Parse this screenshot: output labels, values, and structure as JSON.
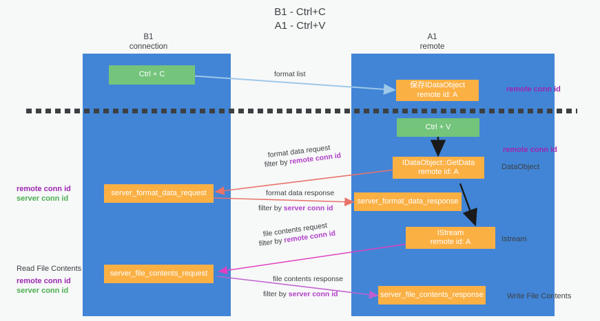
{
  "title": {
    "line1": "B1 - Ctrl+C",
    "line2": "A1 - Ctrl+V"
  },
  "lanes": [
    {
      "name": "B1",
      "sub": "connection"
    },
    {
      "name": "A1",
      "sub": "remote"
    }
  ],
  "nodes": {
    "ctrl_c": "Ctrl + C",
    "save_dataobject": {
      "l1": "保存IDataObject",
      "l2": "remote id: A"
    },
    "ctrl_v": "Ctrl + V",
    "getdata": {
      "l1": "IDataObject::GetData",
      "l2": "remote id: A"
    },
    "istream": {
      "l1": "IStream",
      "l2": "remote id: A"
    },
    "server_format_data_request": "server_format_data_request",
    "server_format_data_response": "server_format_data_response",
    "server_file_contents_request": "server_file_contents_request",
    "server_file_contents_response": "server_file_contents_response"
  },
  "edge_labels": {
    "format_list": "format list",
    "format_data_request": "format data request",
    "format_data_request_filter_pre": "filter by ",
    "format_data_request_filter_key": "remote conn id",
    "format_data_response": "format data response",
    "format_data_response_filter_pre": "filter by ",
    "format_data_response_filter_key": "server conn id",
    "file_contents_request": "file contents request",
    "file_contents_request_filter_pre": "filter by ",
    "file_contents_request_filter_key": "remote conn id",
    "file_contents_response": "file contents response",
    "file_contents_response_filter_pre": "filter by ",
    "file_contents_response_filter_key": "server conn id"
  },
  "annotations": {
    "right_remote_conn_id_top": "remote conn id",
    "right_remote_conn_id_mid": "remote conn id",
    "right_dataobject": "DataObject",
    "right_istream": "Istream",
    "right_write_file_contents": "Write File Contents",
    "left_remote_conn_id_mid": "remote conn id",
    "left_server_conn_id_mid": "server conn id",
    "left_read_file_contents": "Read File Contents",
    "left_remote_conn_id_bottom": "remote conn id",
    "left_server_conn_id_bottom": "server conn id"
  },
  "colors": {
    "lane": "#4285d6",
    "node_green": "#74c47c",
    "node_orange": "#fbb044",
    "accent_purple": "#9c27b0",
    "accent_green": "#4caf50",
    "edge_blue": "#9ec8e8",
    "edge_red": "#e8736a",
    "edge_magenta": "#e040c0",
    "edge_violet": "#c060d0",
    "edge_black": "#1a1a1a",
    "background": "#f7f8f8"
  }
}
